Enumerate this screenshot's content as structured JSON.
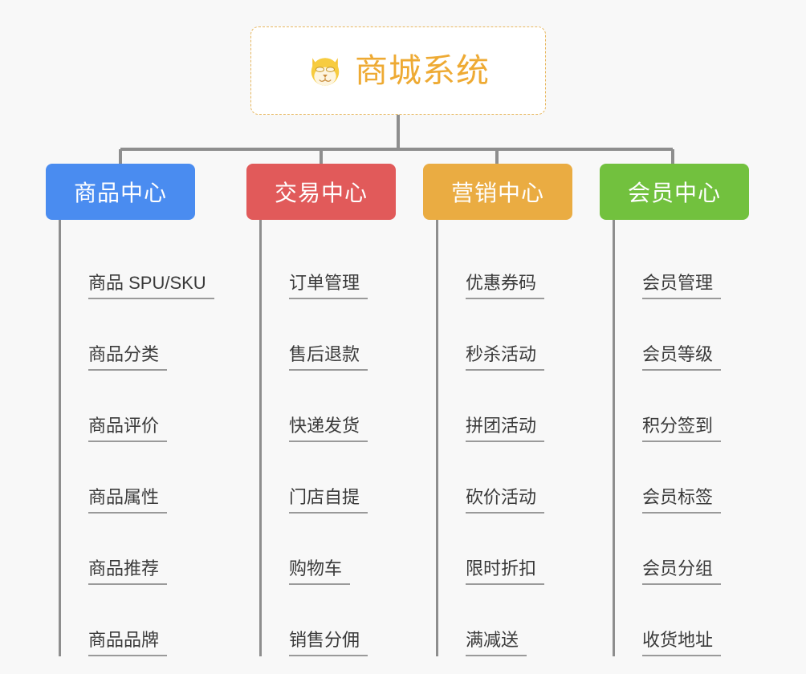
{
  "root": {
    "title": "商城系统",
    "icon": "dog-face-icon",
    "border_color": "#e8b860",
    "text_color": "#eeaa33"
  },
  "connector_color": "#8e8e8e",
  "background_color": "#f8f8f8",
  "branches": [
    {
      "label": "商品中心",
      "color": "#4a8cf0",
      "items": [
        "商品 SPU/SKU",
        "商品分类",
        "商品评价",
        "商品属性",
        "商品推荐",
        "商品品牌"
      ]
    },
    {
      "label": "交易中心",
      "color": "#e15a5a",
      "items": [
        "订单管理",
        "售后退款",
        "快递发货",
        "门店自提",
        "购物车",
        "销售分佣"
      ]
    },
    {
      "label": "营销中心",
      "color": "#eaac42",
      "items": [
        "优惠券码",
        "秒杀活动",
        "拼团活动",
        "砍价活动",
        "限时折扣",
        "满减送"
      ]
    },
    {
      "label": "会员中心",
      "color": "#72c13e",
      "items": [
        "会员管理",
        "会员等级",
        "积分签到",
        "会员标签",
        "会员分组",
        "收货地址"
      ]
    }
  ]
}
